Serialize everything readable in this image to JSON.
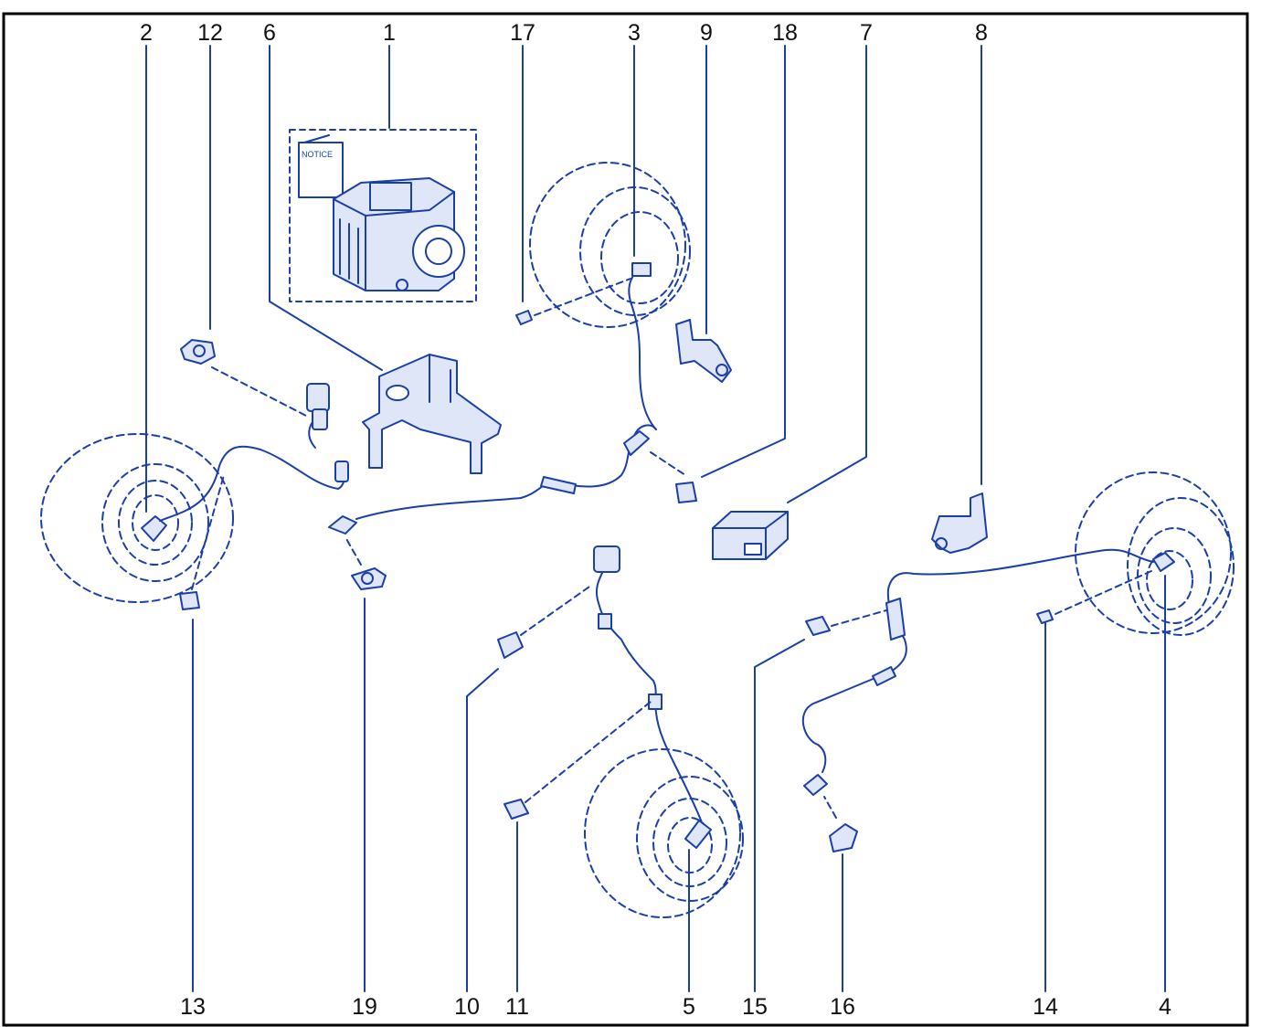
{
  "diagram": {
    "line_color": "#1a3fa8",
    "fill_color": "#dfe6f7",
    "text_color": "#111111",
    "frame_color": "#000000",
    "notice_label": "NOTICE",
    "callouts": {
      "c1": "1",
      "c2": "2",
      "c3": "3",
      "c4": "4",
      "c5": "5",
      "c6": "6",
      "c7": "7",
      "c8": "8",
      "c9": "9",
      "c10": "10",
      "c11": "11",
      "c12": "12",
      "c13": "13",
      "c14": "14",
      "c15": "15",
      "c16": "16",
      "c17": "17",
      "c18": "18",
      "c19": "19"
    }
  }
}
